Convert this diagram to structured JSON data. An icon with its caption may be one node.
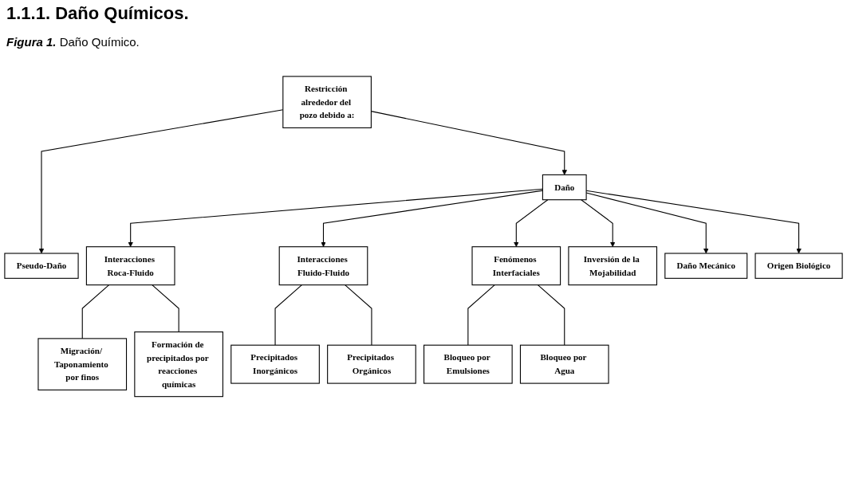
{
  "diagram": {
    "title": "1.1.1. Daño Químicos.",
    "caption": "**Figura 1.** Daño Químico.",
    "nodes": [
      {
        "text": [
          "Restricción alrededor del pozo debido a:"
        ]
      },
      {
        "text": [
          "Daño"
        ]
      },
      {
        "text": [
          "Pseudo-Daño"
        ]
      },
      {
        "text": [
          "Interacciones Roca-Fluido"
        ]
      },
      {
        "text": [
          "Interacciones Fluido-Fluido"
        ]
      },
      {
        "text": [
          "Fenómenos Interfaciales"
        ]
      },
      {
        "text": [
          "Inversión de la Mojabilidad"
        ]
      },
      {
        "text": [
          "Daño Mecánico"
        ]
      },
      {
        "text": [
          "Origen Biológico"
        ]
      },
      {
        "text": [
          "Migración/ Taponamiento por finos"
        ]
      },
      {
        "text": [
          "Formación de precipitados por reacciones químicas"
        ]
      },
      {
        "text": [
          "Precipitados Inorgánicos"
        ]
      },
      {
        "text": [
          "Precipitados Orgánicos"
        ]
      },
      {
        "text": [
          "Bloqueo por Emulsiones"
        ]
      },
      {
        "text": [
          "Bloqueo por Agua"
        ]
      }
    ],
    "edges": [
      {
        "from": 0,
        "to": 1,
        "arrow": "to"
      },
      {
        "from": 0,
        "to": 2,
        "arrow": "to"
      },
      {
        "from": 1,
        "to": 3,
        "arrow": "to"
      },
      {
        "from": 1,
        "to": 4,
        "arrow": "to"
      },
      {
        "from": 1,
        "to": 5,
        "arrow": "to"
      },
      {
        "from": 1,
        "to": 6,
        "arrow": "to"
      },
      {
        "from": 1,
        "to": 7,
        "arrow": "to"
      },
      {
        "from": 1,
        "to": 8,
        "arrow": "to"
      },
      {
        "from": 3,
        "to": 9,
        "arrow": "none"
      },
      {
        "from": 3,
        "to": 10,
        "arrow": "none"
      },
      {
        "from": 4,
        "to": 11,
        "arrow": "none"
      },
      {
        "from": 4,
        "to": 12,
        "arrow": "none"
      },
      {
        "from": 5,
        "to": 13,
        "arrow": "none"
      },
      {
        "from": 5,
        "to": 14,
        "arrow": "none"
      }
    ]
  }
}
